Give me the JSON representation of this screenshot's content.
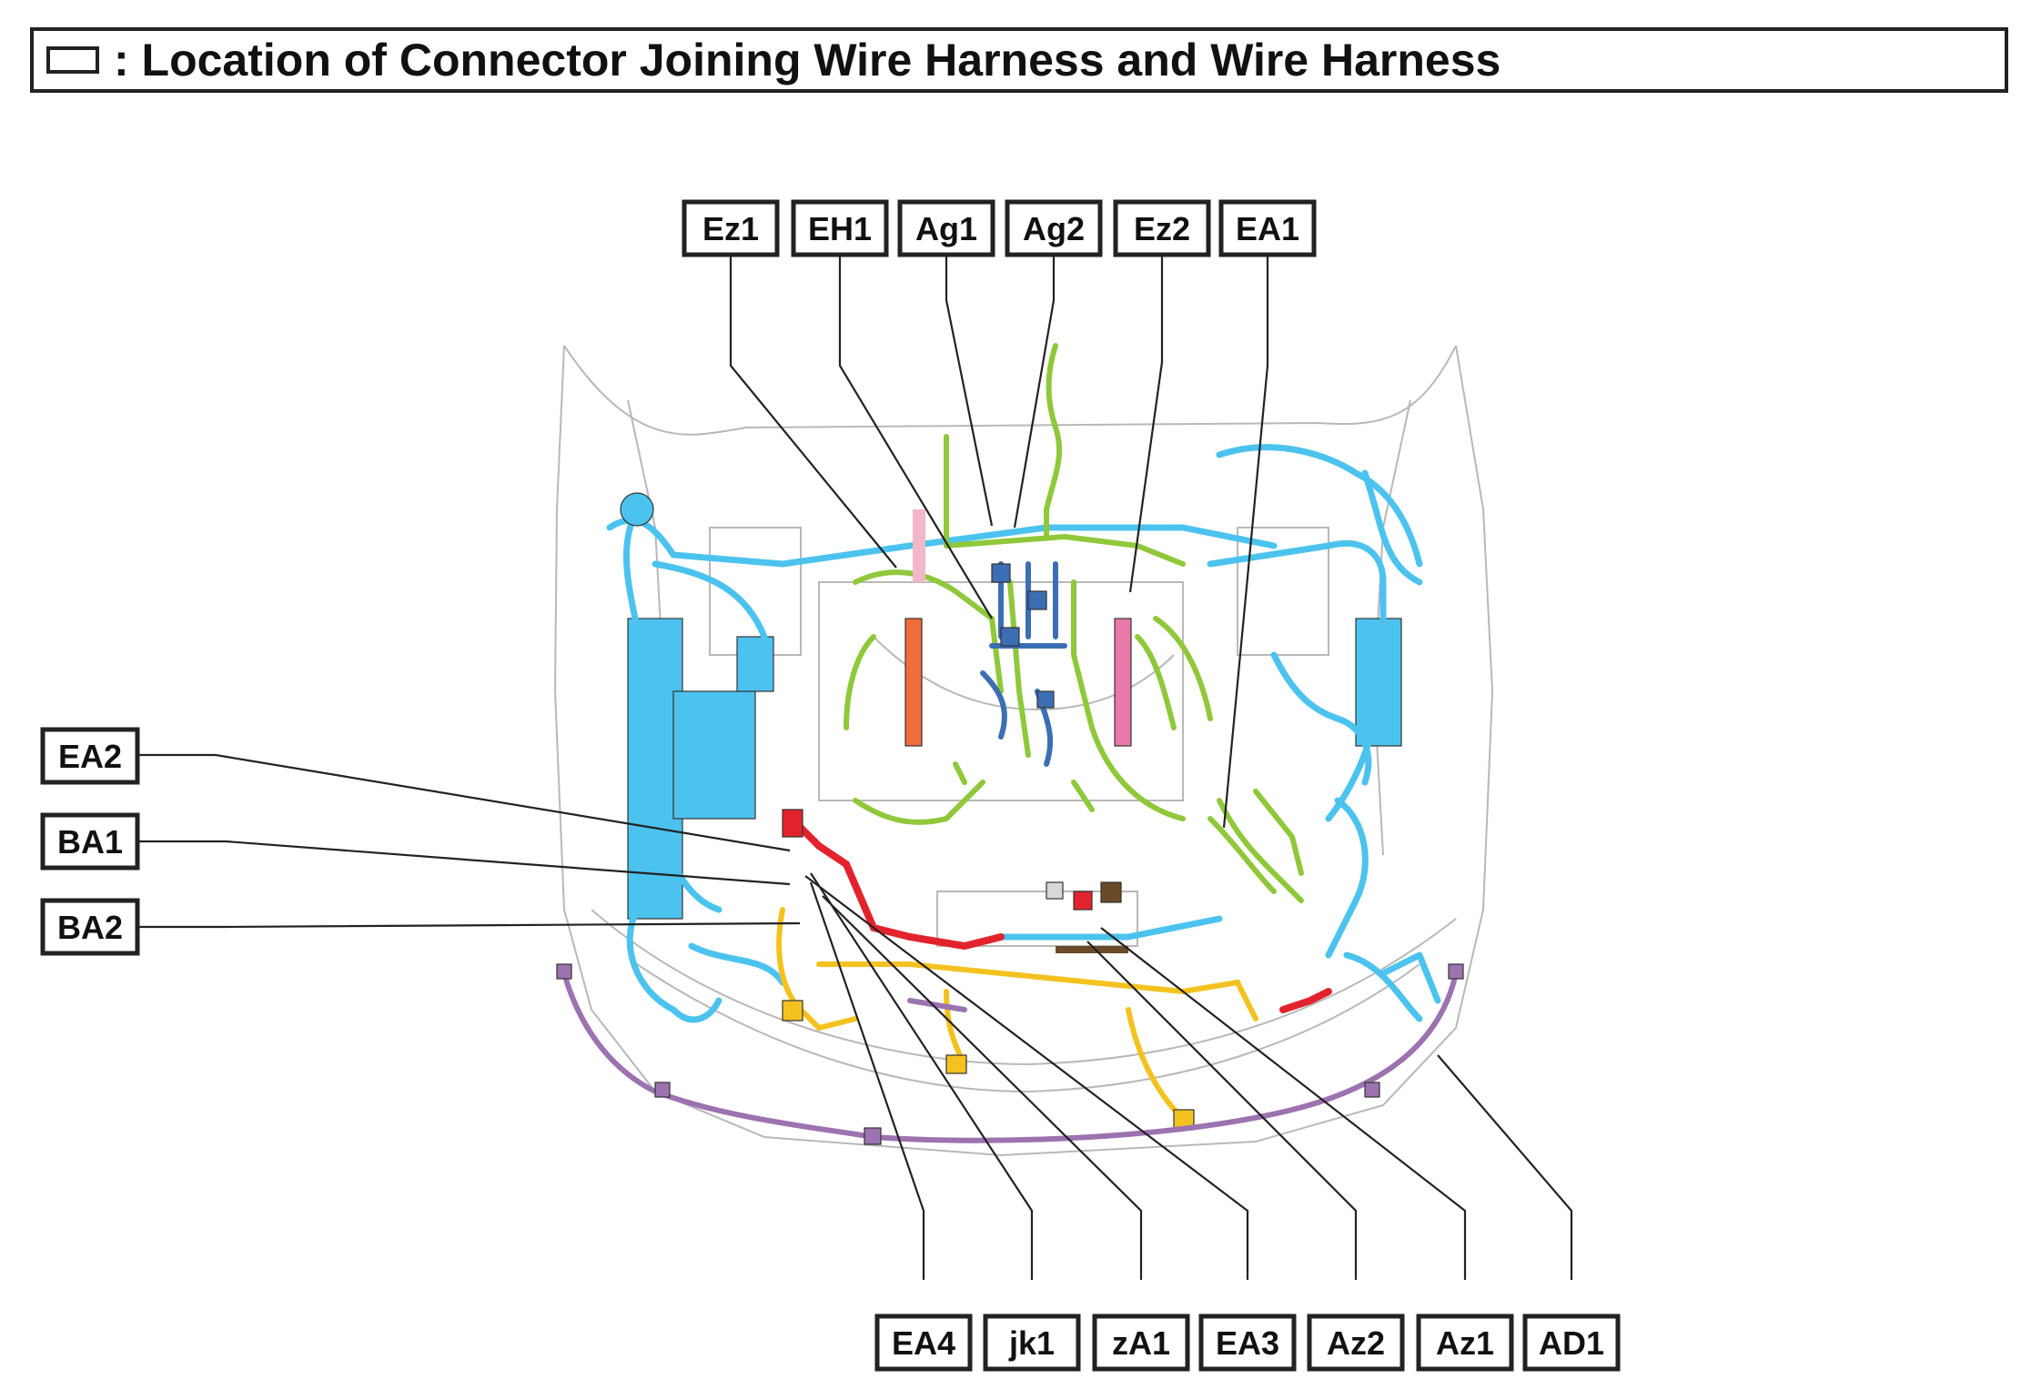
{
  "title": ": Location of Connector Joining Wire Harness and Wire Harness",
  "labels": {
    "Ez1": "Ez1",
    "EH1": "EH1",
    "Ag1": "Ag1",
    "Ag2": "Ag2",
    "Ez2": "Ez2",
    "EA1": "EA1",
    "EA2": "EA2",
    "BA1": "BA1",
    "BA2": "BA2",
    "EA4": "EA4",
    "jk1": "jk1",
    "zA1": "zA1",
    "EA3": "EA3",
    "Az2": "Az2",
    "Az1": "Az1",
    "AD1": "AD1"
  },
  "colors": {
    "blue_harness": "#4cc3ee",
    "green_harness": "#8fc83a",
    "yellow_harness": "#f4c21f",
    "purple_harness": "#9c72b0",
    "red_harness": "#e2232d",
    "dark_blue_harness": "#3c6eb4",
    "orange_harness": "#f26b3a",
    "pink_harness": "#e879a9",
    "brown_harness": "#6b4a2a"
  }
}
